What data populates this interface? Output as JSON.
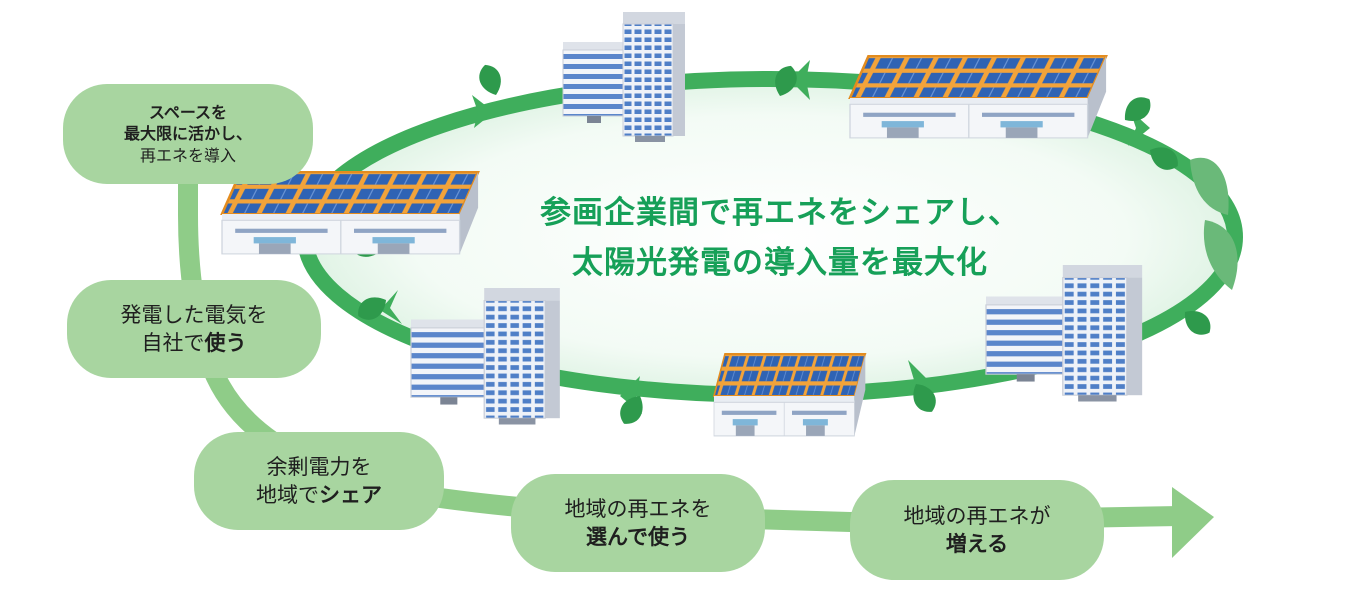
{
  "center_message": {
    "line1": "参画企業間で再エネをシェアし、",
    "line2": "太陽光発電の導入量を最大化"
  },
  "steps": [
    {
      "line1": "スペースを",
      "line2": "最大限に活かし、",
      "line3": "再エネを導入"
    },
    {
      "line1": "発電した電気を",
      "line2_plain": "自社で",
      "line2_bold": "使う"
    },
    {
      "line1": "余剰電力を",
      "line2_plain": "地域で",
      "line2_bold": "シェア"
    },
    {
      "line1": "地域の再エネを",
      "line2": "選んで使う"
    },
    {
      "line1": "地域の再エネが",
      "line2": "増える"
    }
  ],
  "colors": {
    "pill_fill": "#a8d5a0",
    "flow_line": "#8fcc88",
    "cycle_ring": "#3fae5c",
    "leaf_dark": "#2e9a4c",
    "leaf_light": "#6ab979",
    "center_text": "#16a058",
    "solar_panel": "#2f63b4",
    "roof_orange": "#f2a33a"
  },
  "icons": [
    "office-building-icon",
    "solar-factory-icon",
    "leaf-icon",
    "arrow-right-icon"
  ]
}
